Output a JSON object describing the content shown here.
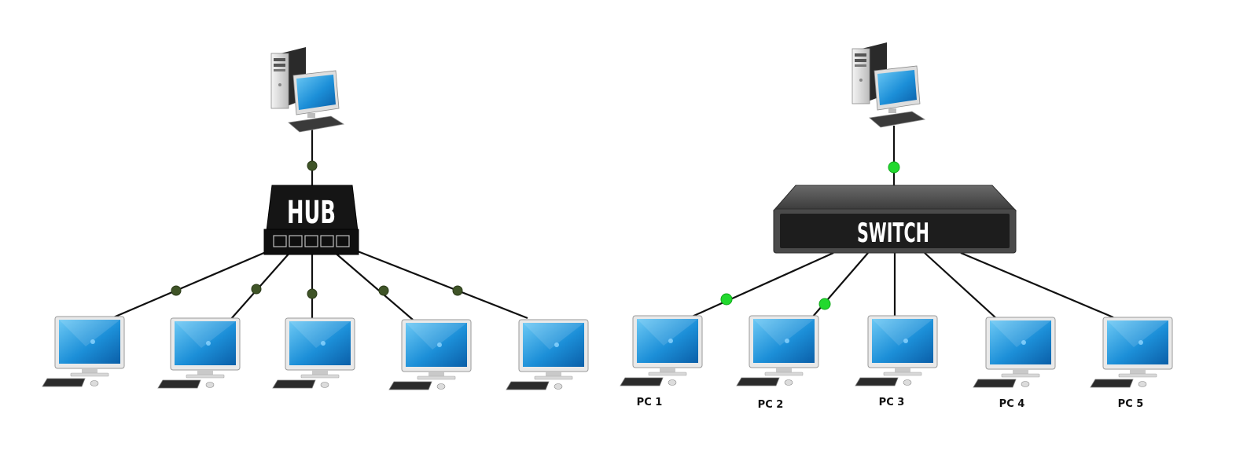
{
  "hub_network": {
    "device_label": "HUB",
    "link_dot_color": "#3f5427"
  },
  "switch_network": {
    "device_label": "SWITCH",
    "link_dot_color": "#22d92e",
    "pc_labels": [
      "PC 1",
      "PC 2",
      "PC 3",
      "PC 4",
      "PC 5"
    ]
  },
  "icons": {
    "server": "desktop-tower-computer-icon",
    "client": "monitor-workstation-icon"
  },
  "colors": {
    "screen_blue": "#1c8fd8",
    "device_dark": "#1d1d1d",
    "link_line": "#111111"
  }
}
